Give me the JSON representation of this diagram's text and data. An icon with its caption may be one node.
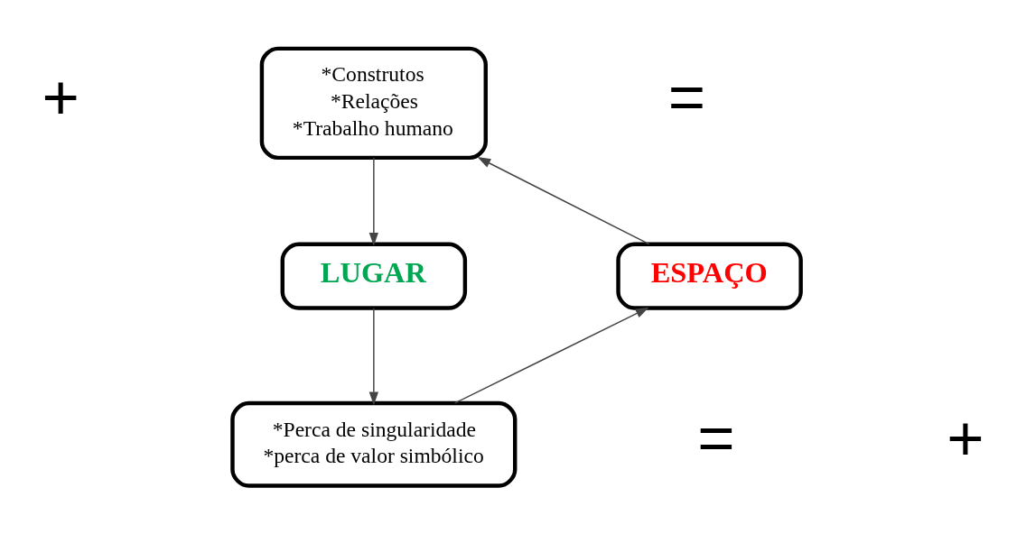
{
  "diagram": {
    "nodes": [
      {
        "text": [
          "ESPAÇO"
        ]
      },
      {
        "text": [
          "*Construtos",
          "*Relações",
          "*Trabalho humano"
        ]
      },
      {
        "text": [
          "LUGAR"
        ]
      },
      {
        "text": [
          "*Perca de singularidade",
          "*perca de valor simbólico"
        ]
      }
    ],
    "edges": [
      {
        "from": 0,
        "to": 1,
        "arrow": "to"
      },
      {
        "from": 1,
        "to": 2,
        "arrow": "to"
      },
      {
        "from": 2,
        "to": 3,
        "arrow": "to"
      },
      {
        "from": 3,
        "to": 0,
        "arrow": "to"
      }
    ],
    "labels": [
      "+",
      "=",
      "=",
      "+"
    ]
  }
}
